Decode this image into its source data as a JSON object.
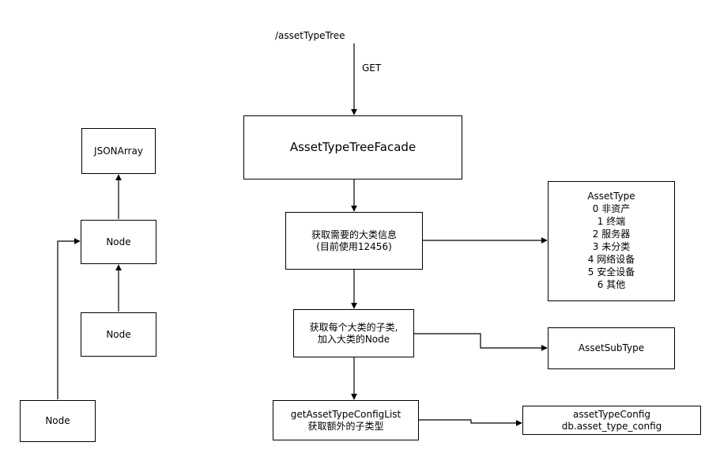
{
  "endpoint": {
    "path": "/assetTypeTree",
    "method": "GET"
  },
  "main_flow": {
    "facade": "AssetTypeTreeFacade",
    "step1": [
      "获取需要的大类信息",
      "(目前使用12456)"
    ],
    "step2": [
      "获取每个大类的子类,",
      "加入大类的Node"
    ],
    "step3": [
      "getAssetTypeConfigList",
      "获取额外的子类型"
    ]
  },
  "side_boxes": {
    "asset_type": [
      "AssetType",
      "0 非资产",
      "1 终端",
      "2 服务器",
      "3 未分类",
      "4 网络设备",
      "5 安全设备",
      "6 其他"
    ],
    "asset_sub_type": "AssetSubType",
    "asset_type_config": [
      "assetTypeConfig",
      "db.asset_type_config"
    ]
  },
  "tree": {
    "root": "JSONArray",
    "node_a": "Node",
    "node_b": "Node",
    "node_c": "Node"
  }
}
